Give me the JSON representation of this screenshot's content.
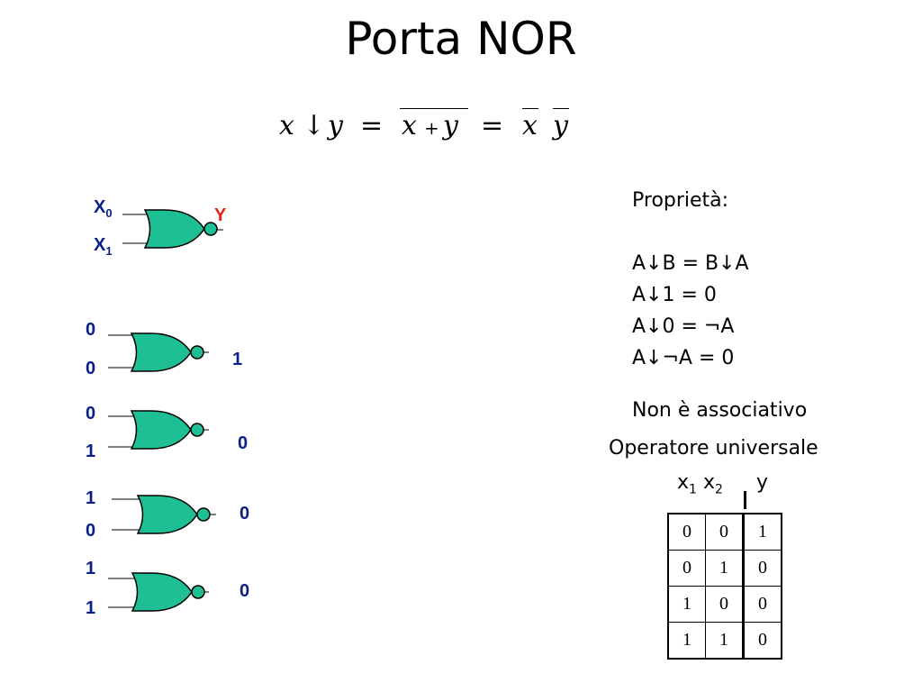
{
  "title": "Porta NOR",
  "formula": {
    "x": "x",
    "arrow": "↓",
    "y": "y",
    "eq1": "=",
    "eq2": "=",
    "plus": "+",
    "x2": "x",
    "y2": "y",
    "x3": "x",
    "y3": "y"
  },
  "gate_main": {
    "in0": "X",
    "in0_sub": "0",
    "in1": "X",
    "in1_sub": "1",
    "out": "Y"
  },
  "gates": [
    {
      "a": "0",
      "b": "0",
      "out": "1"
    },
    {
      "a": "0",
      "b": "1",
      "out": "0"
    },
    {
      "a": "1",
      "b": "0",
      "out": "0"
    },
    {
      "a": "1",
      "b": "1",
      "out": "0"
    }
  ],
  "properties": {
    "heading": "Proprietà:",
    "items": [
      "A↓B = B↓A",
      "A↓1 = 0",
      "A↓0 = ¬A",
      "A↓¬A = 0"
    ]
  },
  "non_associative": "Non è associativo",
  "universal": "Operatore universale",
  "table": {
    "headers": {
      "x1": "x",
      "x1_sub": "1",
      "x2": "x",
      "x2_sub": "2",
      "y": "y"
    },
    "rows": [
      [
        "0",
        "0",
        "1"
      ],
      [
        "0",
        "1",
        "0"
      ],
      [
        "1",
        "0",
        "0"
      ],
      [
        "1",
        "1",
        "0"
      ]
    ]
  },
  "colors": {
    "gate_fill": "#1fbf95",
    "label_blue": "#0b1f8a",
    "label_red": "#e0241b"
  }
}
